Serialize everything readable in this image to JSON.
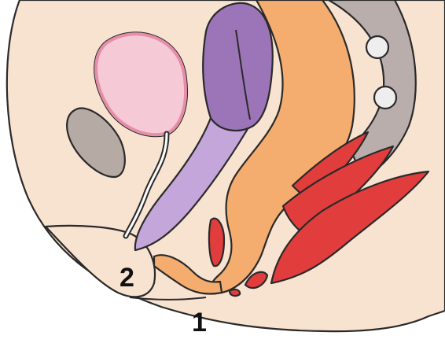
{
  "labels": {
    "one": "1",
    "two": "2"
  },
  "colors": {
    "background": "#ffffff",
    "skin": "#f8e3d1",
    "outline": "#2a2a2a",
    "bladder": "#f5c9d6",
    "bladder_wall": "#e58ea7",
    "pubic_bone": "#b6aaa5",
    "uterus": "#9b75b8",
    "vagina": "#c4a6da",
    "rectum": "#f5ac6f",
    "sacrum": "#b9aeab",
    "vertebra_hole": "#eeeeee",
    "muscle": "#e23d3d"
  },
  "icons": [
    "female-pelvis-sagittal-section"
  ]
}
